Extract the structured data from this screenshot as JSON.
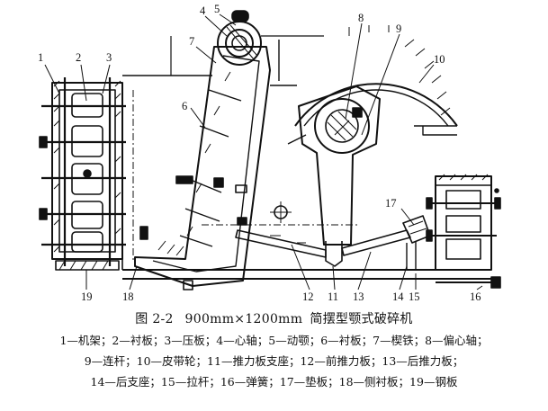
{
  "figure": {
    "part_numbers": [
      "1",
      "2",
      "3",
      "4",
      "5",
      "6",
      "7",
      "8",
      "9",
      "10",
      "11",
      "12",
      "13",
      "14",
      "15",
      "16",
      "17",
      "18",
      "19"
    ],
    "caption": {
      "label": "图 2-2",
      "spec": "900mm×1200mm",
      "title": "简摆型颚式破碎机"
    },
    "legend_lines": [
      "1—机架；2—衬板；3—压板；4—心轴；5—动颚；6—衬板；7—楔铁；8—偏心轴；",
      "9—连杆；10—皮带轮；11—推力板支座；12—前推力板；13—后推力板；",
      "14—后支座；15—拉杆；16—弹簧；17—垫板；18—侧衬板；19—钢板"
    ]
  }
}
